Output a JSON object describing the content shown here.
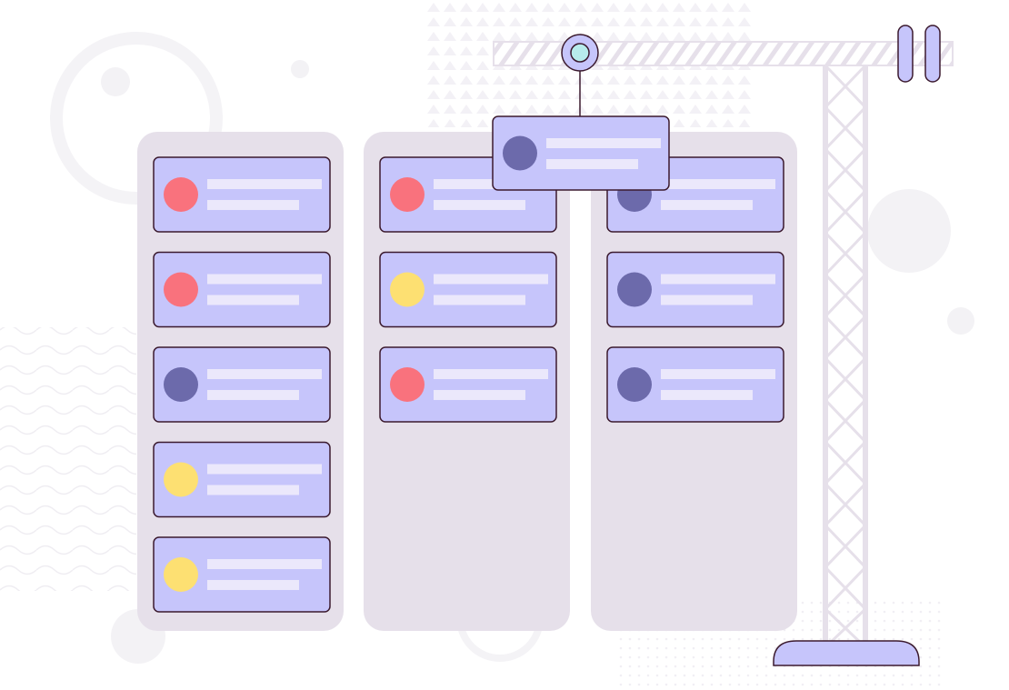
{
  "colors": {
    "background": "#ffffff",
    "column": "#e6e0ea",
    "card": "#c6c5fb",
    "card_border": "#3b1a2e",
    "text_line": "#ebe8fb",
    "crane": "#e6e0ea",
    "crane_accent": "#c6c5fb",
    "hook_eye": "#b7ecec",
    "decor": "#f3f2f5"
  },
  "board": {
    "columns": [
      {
        "name": "column-1",
        "cards": [
          {
            "status": "red",
            "dot_color": "#f9727d"
          },
          {
            "status": "red",
            "dot_color": "#f9727d"
          },
          {
            "status": "purple",
            "dot_color": "#6c6aab"
          },
          {
            "status": "yellow",
            "dot_color": "#fde072"
          },
          {
            "status": "yellow",
            "dot_color": "#fde072"
          }
        ]
      },
      {
        "name": "column-2",
        "cards": [
          {
            "status": "red",
            "dot_color": "#f9727d"
          },
          {
            "status": "yellow",
            "dot_color": "#fde072"
          },
          {
            "status": "red",
            "dot_color": "#f9727d"
          }
        ]
      },
      {
        "name": "column-3",
        "cards": [
          {
            "status": "purple",
            "dot_color": "#6c6aab"
          },
          {
            "status": "purple",
            "dot_color": "#6c6aab"
          },
          {
            "status": "purple",
            "dot_color": "#6c6aab"
          }
        ]
      }
    ],
    "lifted_card": {
      "status": "purple",
      "dot_color": "#6c6aab"
    }
  },
  "crane": {
    "icon": "crane-icon",
    "hook_icon": "hook-icon"
  }
}
